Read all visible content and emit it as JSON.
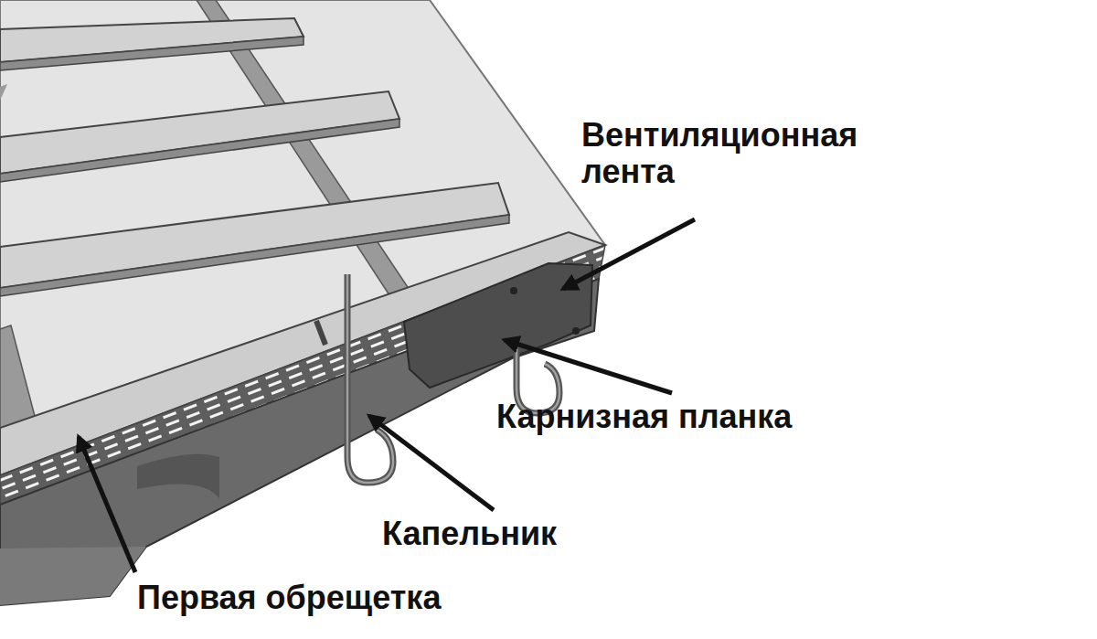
{
  "diagram": {
    "labels": [
      "Вентиляционная лента",
      "Карнизная планка",
      "Капельник",
      "Первая обрещетка"
    ]
  }
}
